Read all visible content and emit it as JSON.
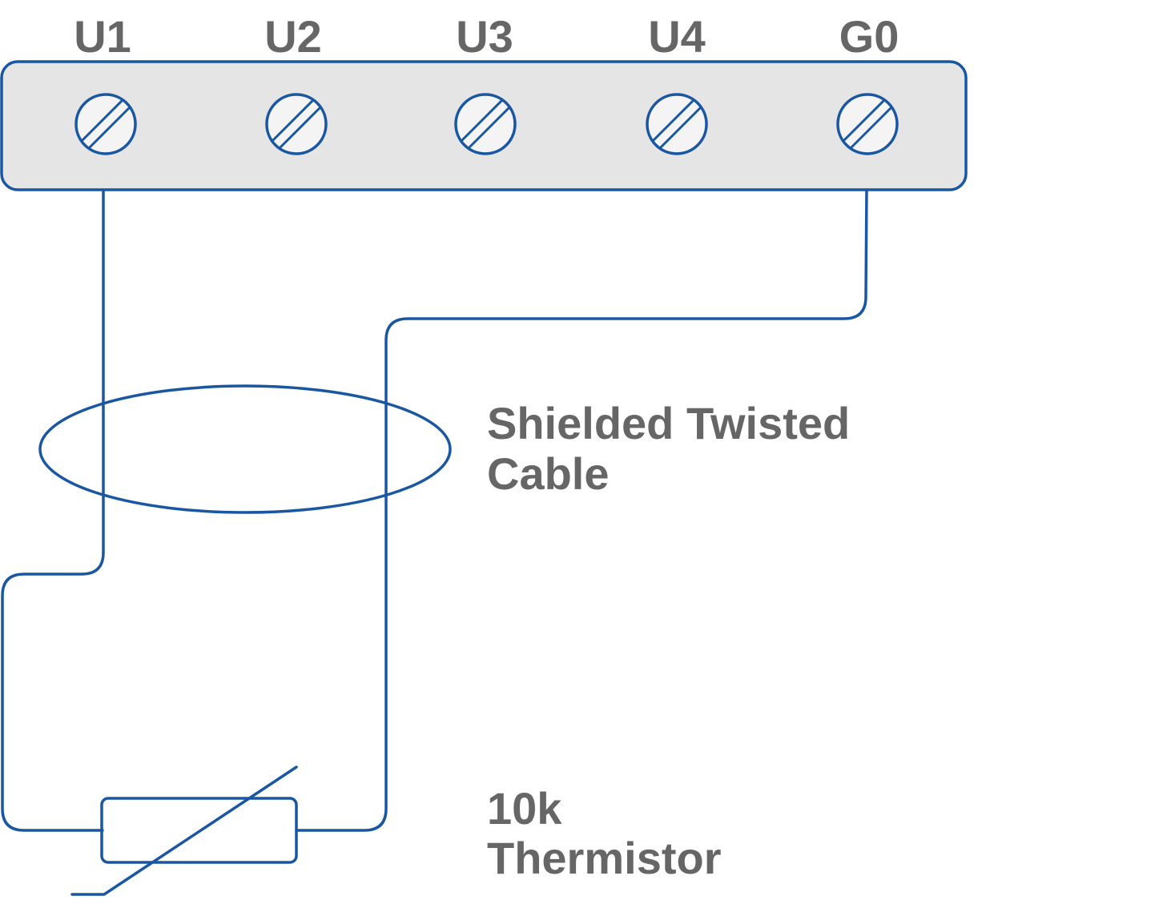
{
  "terminals": [
    {
      "label": "U1"
    },
    {
      "label": "U2"
    },
    {
      "label": "U3"
    },
    {
      "label": "U4"
    },
    {
      "label": "G0"
    }
  ],
  "cable_label": {
    "line1": "Shielded Twisted",
    "line2": "Cable"
  },
  "sensor_label": {
    "line1": "10k",
    "line2": "Thermistor"
  },
  "colors": {
    "line": "#1a57a3",
    "text": "#666666",
    "block_fill": "#e5e5e5",
    "screw_fill": "#f4f4f4"
  }
}
